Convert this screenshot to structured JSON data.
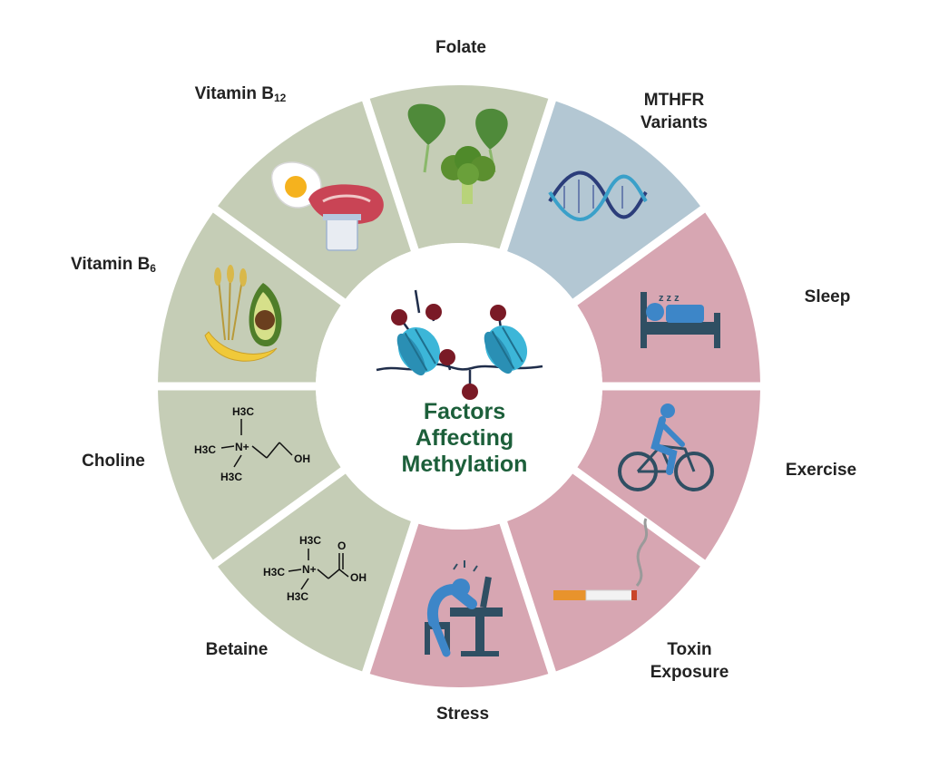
{
  "title_lines": [
    "Factors",
    "Affecting",
    "Methylation"
  ],
  "segments": [
    {
      "key": "folate",
      "label": "Folate",
      "group": "nutrient"
    },
    {
      "key": "mthfr",
      "label_lines": [
        "MTHFR",
        "Variants"
      ],
      "group": "genetic"
    },
    {
      "key": "sleep",
      "label": "Sleep",
      "group": "lifestyle"
    },
    {
      "key": "exercise",
      "label": "Exercise",
      "group": "lifestyle"
    },
    {
      "key": "toxin",
      "label_lines": [
        "Toxin",
        "Exposure"
      ],
      "group": "lifestyle"
    },
    {
      "key": "stress",
      "label": "Stress",
      "group": "lifestyle"
    },
    {
      "key": "betaine",
      "label": "Betaine",
      "group": "nutrient"
    },
    {
      "key": "choline",
      "label": "Choline",
      "group": "nutrient"
    },
    {
      "key": "b6",
      "label": "Vitamin B",
      "subscript": "6",
      "group": "nutrient"
    },
    {
      "key": "b12",
      "label": "Vitamin B",
      "subscript": "12",
      "group": "nutrient"
    }
  ],
  "colors": {
    "nutrient": "#c5cdb6",
    "genetic": "#b3c7d3",
    "lifestyle": "#d7a6b2",
    "title": "#1c5f3a",
    "icon_blue": "#3d86c8",
    "icon_dark": "#2f4f63",
    "methyl": "#7a1a26"
  },
  "chem": {
    "choline": {
      "top": "H3C",
      "left": "H3C",
      "n": "N+",
      "bottom": "H3C",
      "end": "OH"
    },
    "betaine": {
      "top": "H3C",
      "left": "H3C",
      "n": "N+",
      "bottom": "H3C",
      "carbonyl": "O",
      "end": "OH"
    }
  }
}
